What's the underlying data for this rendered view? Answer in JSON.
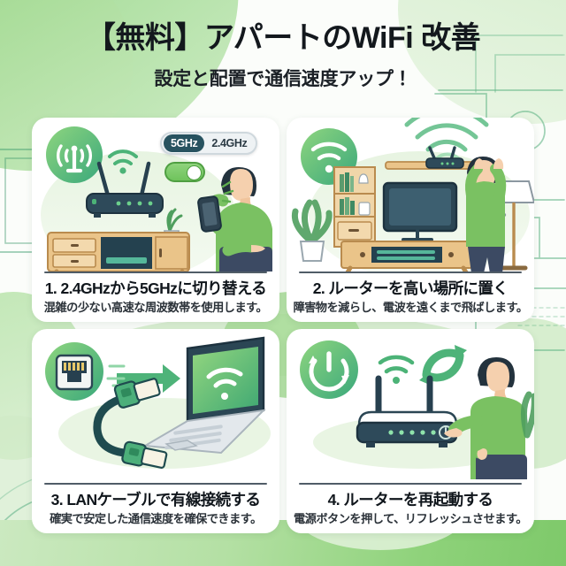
{
  "header": {
    "title": "【無料】アパートのWiFi 改善",
    "subtitle": "設定と配置で通信速度アップ！"
  },
  "colors": {
    "accent_green": "#6fc35c",
    "accent_green_dark": "#3fae78",
    "ink": "#10161c",
    "ink_soft": "#2b3239",
    "pill_active": "#27525f",
    "card_bg": "#ffffff",
    "page_bg": "#fbfdfa",
    "router_body": "#27404f",
    "wood": "#e0b173"
  },
  "cards": [
    {
      "id": "card-frequency",
      "badge_icon": "broadcast-tower-icon",
      "title": "1. 2.4GHzから5GHzに切り替える",
      "subtitle": "混雑の少ない高速な周波数帯を使用します。",
      "widgets": {
        "segmented": {
          "options": [
            "5GHz",
            "2.4GHz"
          ],
          "selected": "5GHz"
        },
        "toggle": {
          "state": "on"
        }
      }
    },
    {
      "id": "card-placement",
      "badge_icon": "wifi-icon",
      "title": "2. ルーターを高い場所に置く",
      "subtitle": "障害物を減らし、電波を遠くまで飛ばします。"
    },
    {
      "id": "card-lan-cable",
      "badge_icon": "ethernet-port-icon",
      "title": "3. LANケーブルで有線接続する",
      "subtitle": "確実で安定した通信速度を確保できます。"
    },
    {
      "id": "card-reboot",
      "badge_icon": "power-restart-icon",
      "title": "4. ルーターを再起動する",
      "subtitle": "電源ボタンを押して、リフレッシュさせます。"
    }
  ]
}
